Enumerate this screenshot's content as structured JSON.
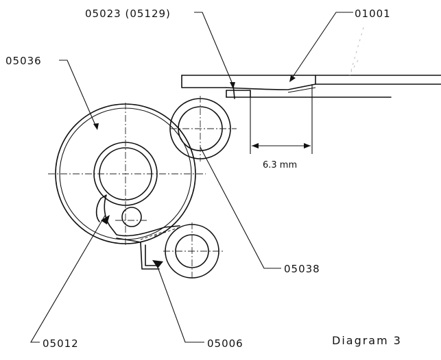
{
  "labels": {
    "part_05023": "05023 (05129)",
    "part_01001": "01001",
    "part_05036": "05036",
    "part_05038": "05038",
    "part_05012": "05012",
    "part_05006": "05006"
  },
  "dimension": {
    "text": "6.3 mm"
  },
  "caption": "Diagram 3"
}
